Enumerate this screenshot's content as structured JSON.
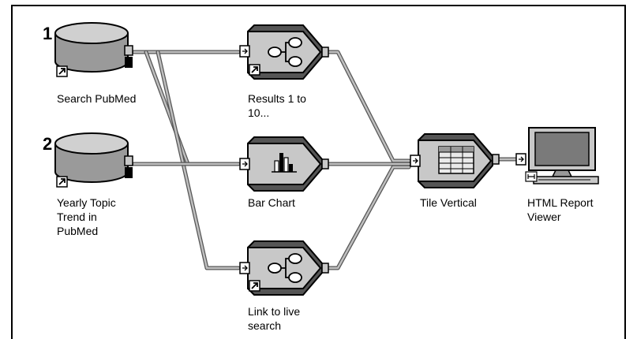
{
  "nodes": {
    "search_pubmed": {
      "number": "1",
      "label": [
        "Search PubMed"
      ]
    },
    "yearly_topic_trend": {
      "number": "2",
      "label": [
        "Yearly Topic",
        "Trend in",
        "PubMed"
      ]
    },
    "results": {
      "label": [
        "Results 1 to",
        "10..."
      ]
    },
    "bar_chart": {
      "label": [
        "Bar Chart"
      ]
    },
    "link_live_search": {
      "label": [
        "Link to live",
        "search"
      ]
    },
    "tile_vertical": {
      "label": [
        "Tile Vertical"
      ]
    },
    "html_report_viewer": {
      "label": [
        "HTML Report",
        "Viewer"
      ]
    }
  },
  "colors": {
    "wire": "#8a8a8a",
    "node_fill": "#c8c8c8",
    "outline": "#000000",
    "screen": "#7a7a7a"
  }
}
